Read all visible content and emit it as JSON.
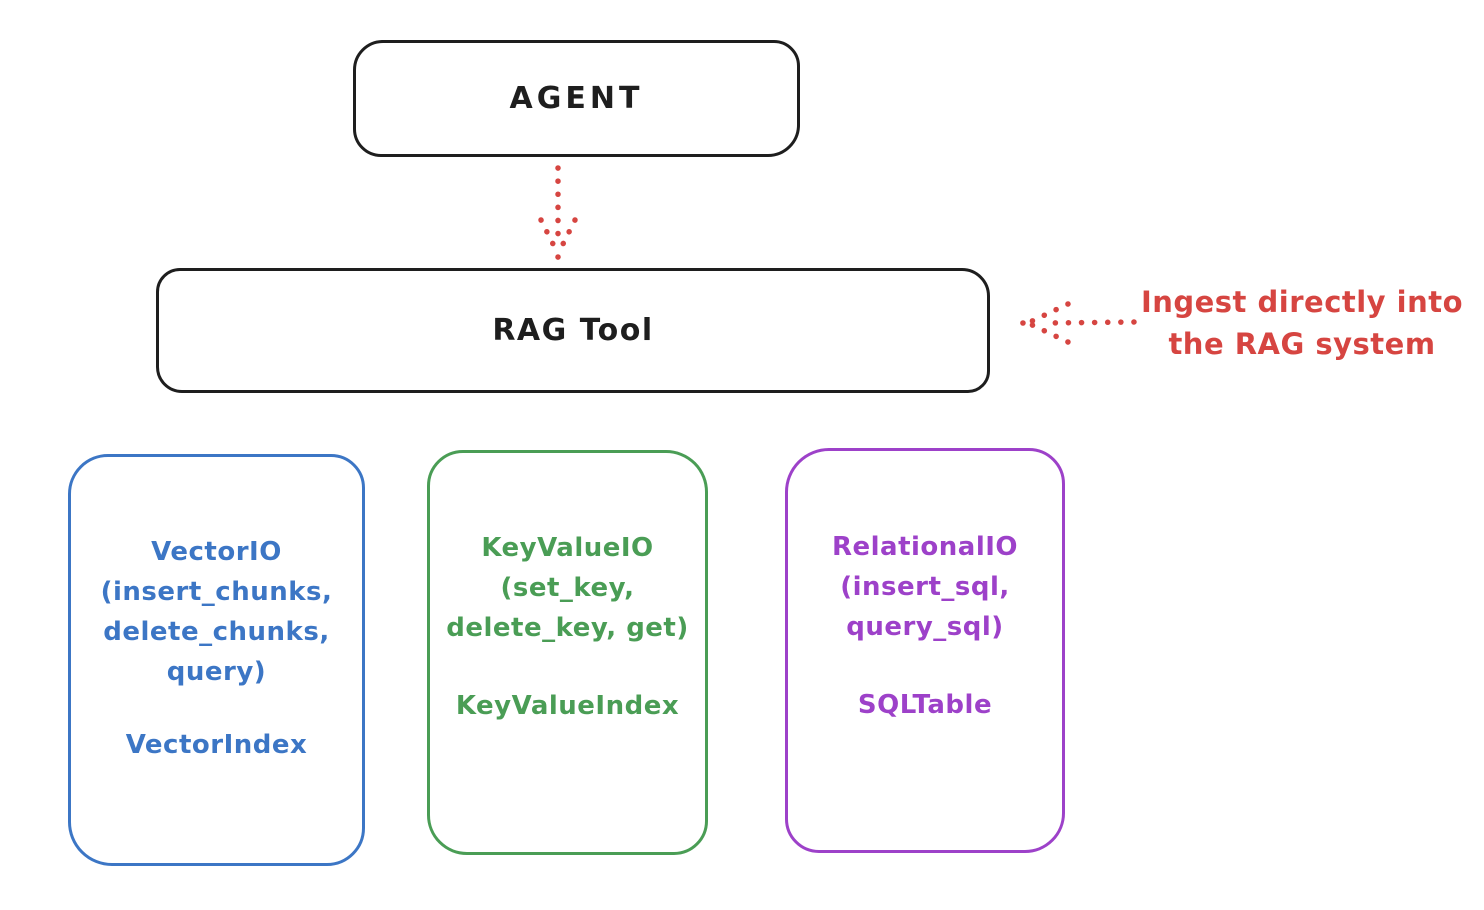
{
  "diagram": {
    "title_implicit": "RAG Tool architecture",
    "colors": {
      "ink": "#1e1e1e",
      "accent_red": "#d64541",
      "vector_blue": "#3c76c5",
      "keyvalue_green": "#4a9d55",
      "relational_purple": "#9d41c9",
      "background": "#ffffff"
    },
    "nodes": {
      "agent": {
        "label": "AGENT"
      },
      "rag_tool": {
        "label": "RAG Tool"
      },
      "vector_io": {
        "lines": [
          "VectorIO",
          "(insert_chunks,",
          "delete_chunks,",
          "query)"
        ],
        "index_label": "VectorIndex",
        "color": "#3c76c5"
      },
      "key_value_io": {
        "lines": [
          "KeyValueIO",
          "(set_key,",
          "delete_key, get)"
        ],
        "index_label": "KeyValueIndex",
        "color": "#4a9d55"
      },
      "relational_io": {
        "lines": [
          "RelationalIO",
          "(insert_sql,",
          "query_sql)"
        ],
        "index_label": "SQLTable",
        "color": "#9d41c9"
      }
    },
    "annotation": {
      "line1": "Ingest directly into",
      "line2": "the RAG system",
      "color": "#d64541"
    },
    "edges": [
      {
        "from": "agent",
        "to": "rag_tool",
        "style": "dotted",
        "color": "#d64541"
      },
      {
        "from": "annotation",
        "to": "rag_tool",
        "style": "dotted",
        "color": "#d64541"
      }
    ]
  }
}
